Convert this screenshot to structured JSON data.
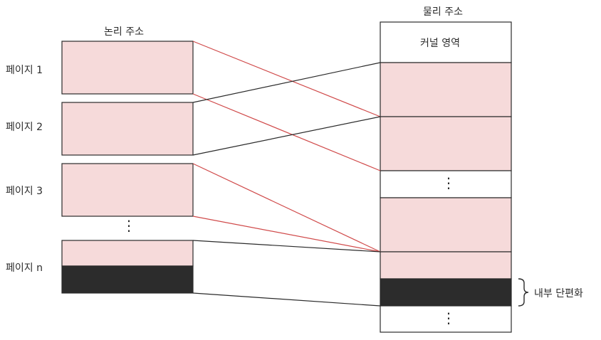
{
  "logical": {
    "title": "논리 주소",
    "pages": [
      "페이지 1",
      "페이지 2",
      "페이지 3",
      "페이지 n"
    ],
    "ellipsis": "⋮"
  },
  "physical": {
    "title": "물리 주소",
    "kernel_label": "커널 영역",
    "ellipsis": "⋮"
  },
  "annotation": {
    "fragmentation_label": "내부 단편화"
  },
  "colors": {
    "page_fill": "#f6dada",
    "waste_fill": "#2c2c2c",
    "mapping_line_red": "#d04a4a",
    "mapping_line_black": "#2b2b2b",
    "outline": "#2b2b2b"
  }
}
